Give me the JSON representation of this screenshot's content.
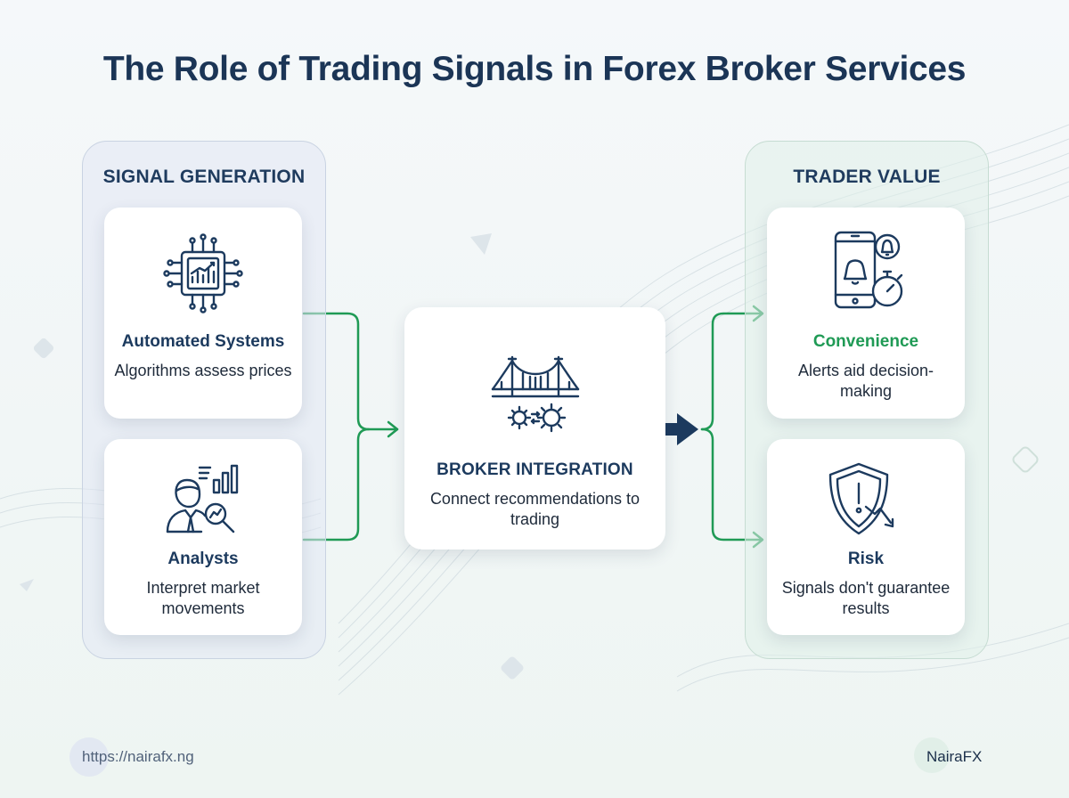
{
  "title": "The Role of Trading Signals in Forex Broker Services",
  "left_group": {
    "title": "SIGNAL GENERATION",
    "cards": [
      {
        "title": "Automated Systems",
        "desc": "Algorithms assess prices",
        "icon": "ai-chip-chart-icon"
      },
      {
        "title": "Analysts",
        "desc": "Interpret market movements",
        "icon": "analyst-magnifier-icon"
      }
    ]
  },
  "center": {
    "title": "BROKER INTEGRATION",
    "desc": "Connect recommendations to trading",
    "icon": "bridge-gears-icon"
  },
  "right_group": {
    "title": "TRADER VALUE",
    "cards": [
      {
        "title": "Convenience",
        "desc": "Alerts aid decision-making",
        "icon": "phone-alert-stopwatch-icon"
      },
      {
        "title": "Risk",
        "desc": "Signals don't guarantee results",
        "icon": "shield-warning-icon"
      }
    ]
  },
  "footer": {
    "url": "https://nairafx.ng",
    "brand": "NairaFX"
  },
  "colors": {
    "navy": "#1b3556",
    "green": "#1f9a55",
    "arrow": "#1c3a5e"
  }
}
